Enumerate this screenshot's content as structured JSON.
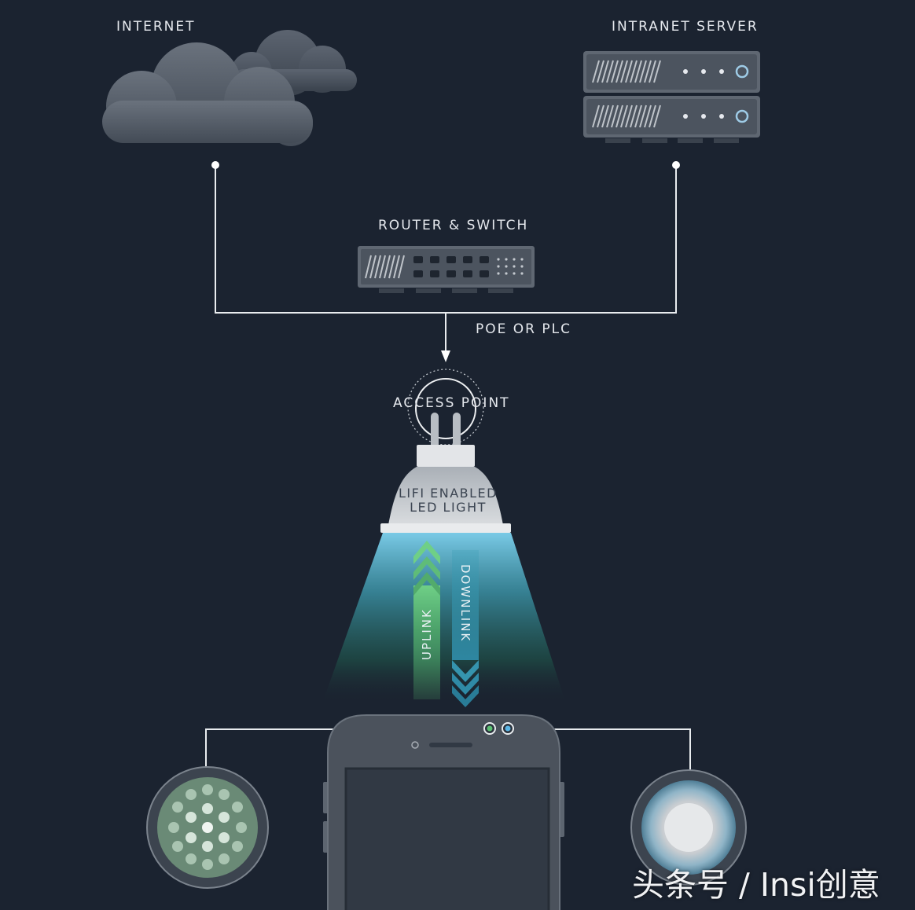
{
  "labels": {
    "internet": "INTERNET",
    "intranet_server": "INTRANET SERVER",
    "router_switch": "ROUTER & SWITCH",
    "poe_or_plc": "POE OR PLC",
    "access_point": "ACCESS POINT",
    "lifi_line1": "LIFI ENABLED",
    "lifi_line2": "LED LIGHT",
    "uplink": "UPLINK",
    "downlink": "DOWNLINK"
  },
  "watermark": "头条号 / Insi创意",
  "colors": {
    "background": "#1b2330",
    "line": "#e9ecef",
    "uplink": "#4fa86a",
    "downlink": "#2f8aa6",
    "sensor_green": "#5bbf72",
    "sensor_blue": "#5bb6e6"
  },
  "icons": {
    "cloud": "cloud-icon",
    "server": "server-icon",
    "router": "router-switch-icon",
    "bulb": "led-bulb-icon",
    "phone": "smartphone-icon",
    "led_array": "led-array-icon",
    "photodiode": "photodiode-icon"
  }
}
